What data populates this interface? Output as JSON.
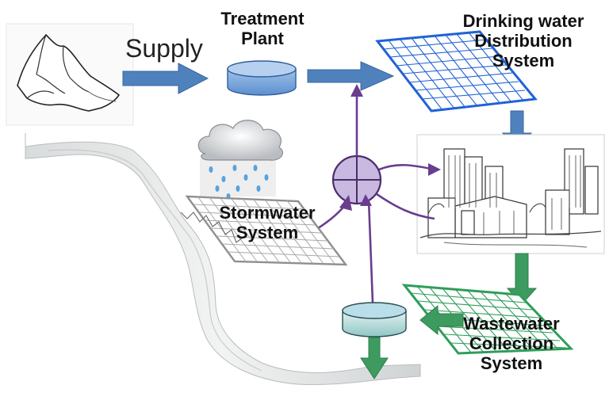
{
  "labels": {
    "supply": "Supply",
    "treatment_line1": "Treatment",
    "treatment_line2": "Plant",
    "drinking_line1": "Drinking water",
    "drinking_line2": "Distribution",
    "drinking_line3": "System",
    "storm_line1": "Stormwater",
    "storm_line2": "System",
    "waste_line1": "Wastewater",
    "waste_line2": "Collection",
    "waste_line3": "System"
  },
  "colors": {
    "supply_flow": "#4f81bd",
    "drinking_grid": "#1f63d6",
    "return_flow": "#6a3d8f",
    "junction_fill": "#c9b8e0",
    "storm_grid": "#9a9a9a",
    "waste_grid": "#2e9e5a",
    "waste_flow": "#3d9b5f",
    "tank_top": "#b9dde9",
    "stream": "#e4e6e6"
  },
  "icons": {
    "mountain": "mountain-icon",
    "cloud": "rain-cloud-icon",
    "city": "city-icon",
    "treatment_tank": "tank-icon",
    "wastewater_tank": "tank-icon",
    "junction": "junction-circle-icon"
  }
}
